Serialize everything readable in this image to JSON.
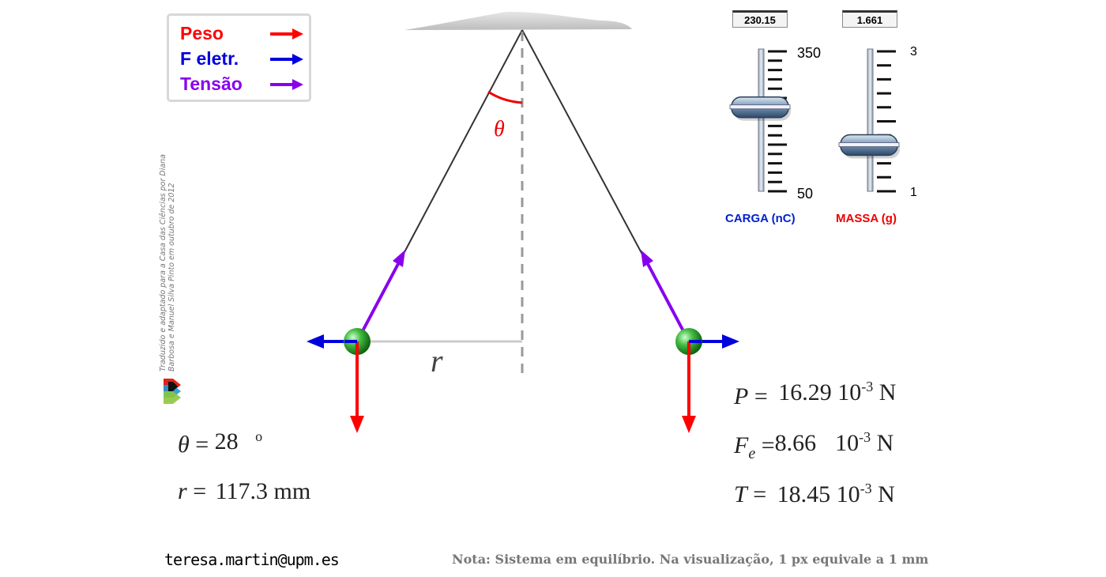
{
  "legend": {
    "items": [
      {
        "label": "Peso",
        "color": "#ff0000"
      },
      {
        "label": "F eletr.",
        "color": "#0000dd"
      },
      {
        "label": "Tensão",
        "color": "#8800ee"
      }
    ]
  },
  "sliders": {
    "charge": {
      "readout": "230.15",
      "max_label": "350",
      "min_label": "50",
      "label": "CARGA (nC)",
      "label_color": "#0022cc",
      "min": 50,
      "max": 350,
      "value": 230.15
    },
    "mass": {
      "readout": "1.661",
      "max_label": "3",
      "min_label": "1",
      "label": "MASSA (g)",
      "label_color": "#ee0000",
      "min": 1,
      "max": 3,
      "value": 1.661
    }
  },
  "diagram": {
    "angle_symbol": "θ",
    "distance_symbol": "r"
  },
  "results": {
    "theta": {
      "symbol": "θ",
      "eq": "=",
      "value": "28",
      "unit": "o"
    },
    "r": {
      "symbol": "r",
      "eq": "=",
      "value": "117.3",
      "unit": "mm"
    },
    "P": {
      "symbol": "P",
      "eq": "=",
      "value": "16.29",
      "unit_base": "10",
      "unit_exp": "-3",
      "unit": "N"
    },
    "Fe": {
      "symbol": "F",
      "sub": "e",
      "eq": "=",
      "value": "8.66",
      "unit_base": "10",
      "unit_exp": "-3",
      "unit": "N"
    },
    "T": {
      "symbol": "T",
      "eq": "=",
      "value": "18.45",
      "unit_base": "10",
      "unit_exp": "-3",
      "unit": "N"
    }
  },
  "credit": "Traduzido e adaptado para a Casa das Ciências por Diana Barbosa e Manuel Silva Pinto em outubro de 2012",
  "footer": {
    "email": "teresa.martin@upm.es",
    "note": "Nota: Sistema em equilíbrio. Na visualização, 1 px equivale a 1 mm"
  },
  "colors": {
    "weight": "#ff0000",
    "electric": "#0000dd",
    "tension": "#8800ee",
    "angle": "#ee0000"
  }
}
